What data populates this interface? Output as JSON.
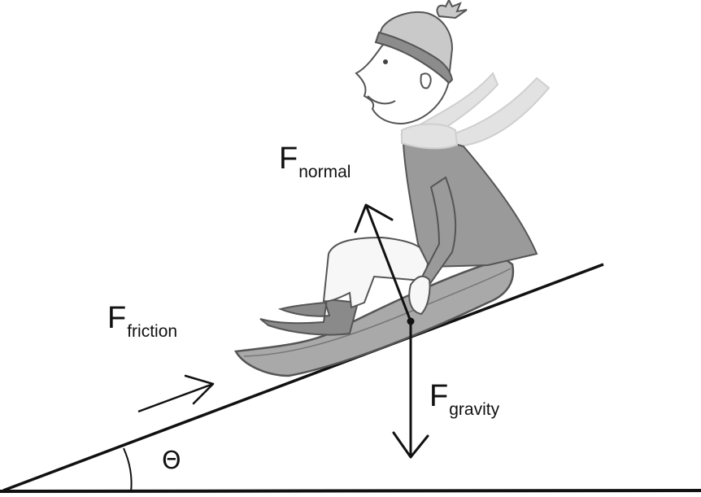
{
  "labels": {
    "normal": {
      "main": "F",
      "sub": "normal"
    },
    "friction": {
      "main": "F",
      "sub": "friction"
    },
    "gravity": {
      "main": "F",
      "sub": "gravity"
    },
    "angle": "Θ"
  },
  "colors": {
    "ink": "#111111",
    "outline": "#555555",
    "sled": "#a9a9a9",
    "coat": "#9a9a9a",
    "hat_band": "#8c8c8c",
    "hat": "#c9c9c9",
    "scarf": "#e2e2e2",
    "pants": "#f7f7f7",
    "boots": "#8a8a8a"
  }
}
